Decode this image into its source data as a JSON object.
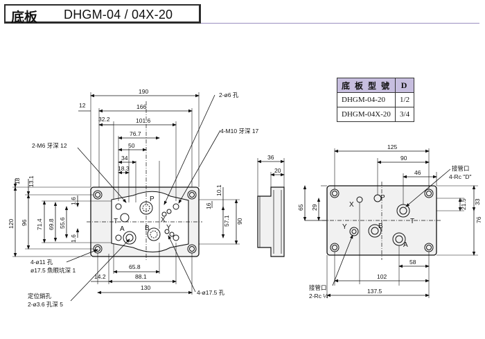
{
  "title": {
    "cn": "底板",
    "model": "DHGM-04 / 04X-20"
  },
  "table": {
    "headers": [
      "底 板 型 號",
      "D"
    ],
    "rows": [
      [
        "DHGM-04-20",
        "1/2"
      ],
      [
        "DHGM-04X-20",
        "3/4"
      ]
    ]
  },
  "front_view": {
    "dims_top": [
      "190",
      "12",
      "166",
      "32.2",
      "101.6",
      "76.7",
      "50",
      "34",
      "18.3"
    ],
    "dims_left": [
      "18",
      "13.1",
      "120",
      "96",
      "71.4",
      "69.8",
      "55.6",
      "1.6",
      "1.6",
      "14.2"
    ],
    "dims_right": [
      "10.1",
      "16",
      "57.1",
      "90"
    ],
    "dims_bottom": [
      "65.8",
      "88.1",
      "130"
    ],
    "port_labels": [
      "P",
      "X",
      "T",
      "A",
      "B",
      "Y"
    ],
    "notes": {
      "holes_2phi6": "2-ø6 孔",
      "m10": "4-M10 牙深 17",
      "m6": "2-M6 牙深 12",
      "phi11_a": "4-ø11 孔",
      "phi11_b": "ø17.5 魚眼坑深 1",
      "pin_a": "定位銷孔",
      "pin_b": "2-ø3.6 孔深 5",
      "phi175": "4-ø17.5 孔"
    }
  },
  "side_view": {
    "dims": [
      "36",
      "20"
    ]
  },
  "bottom_view": {
    "dims": [
      "125",
      "90",
      "46",
      "21.5",
      "33",
      "29",
      "65",
      "76",
      "58",
      "102",
      "137.5"
    ],
    "port_labels": [
      "X",
      "P",
      "Y",
      "B",
      "T",
      "A"
    ],
    "notes": {
      "conn_d_a": "接管口",
      "conn_d_b": "4-Rc \"D\"",
      "conn_y_a": "接管口",
      "conn_y_b": "2-Rc ¼"
    }
  },
  "colors": {
    "header_bg": "#c7bedf",
    "rule": "#9a8fc0",
    "steel": "#f1f1f1",
    "ink": "#111111"
  }
}
